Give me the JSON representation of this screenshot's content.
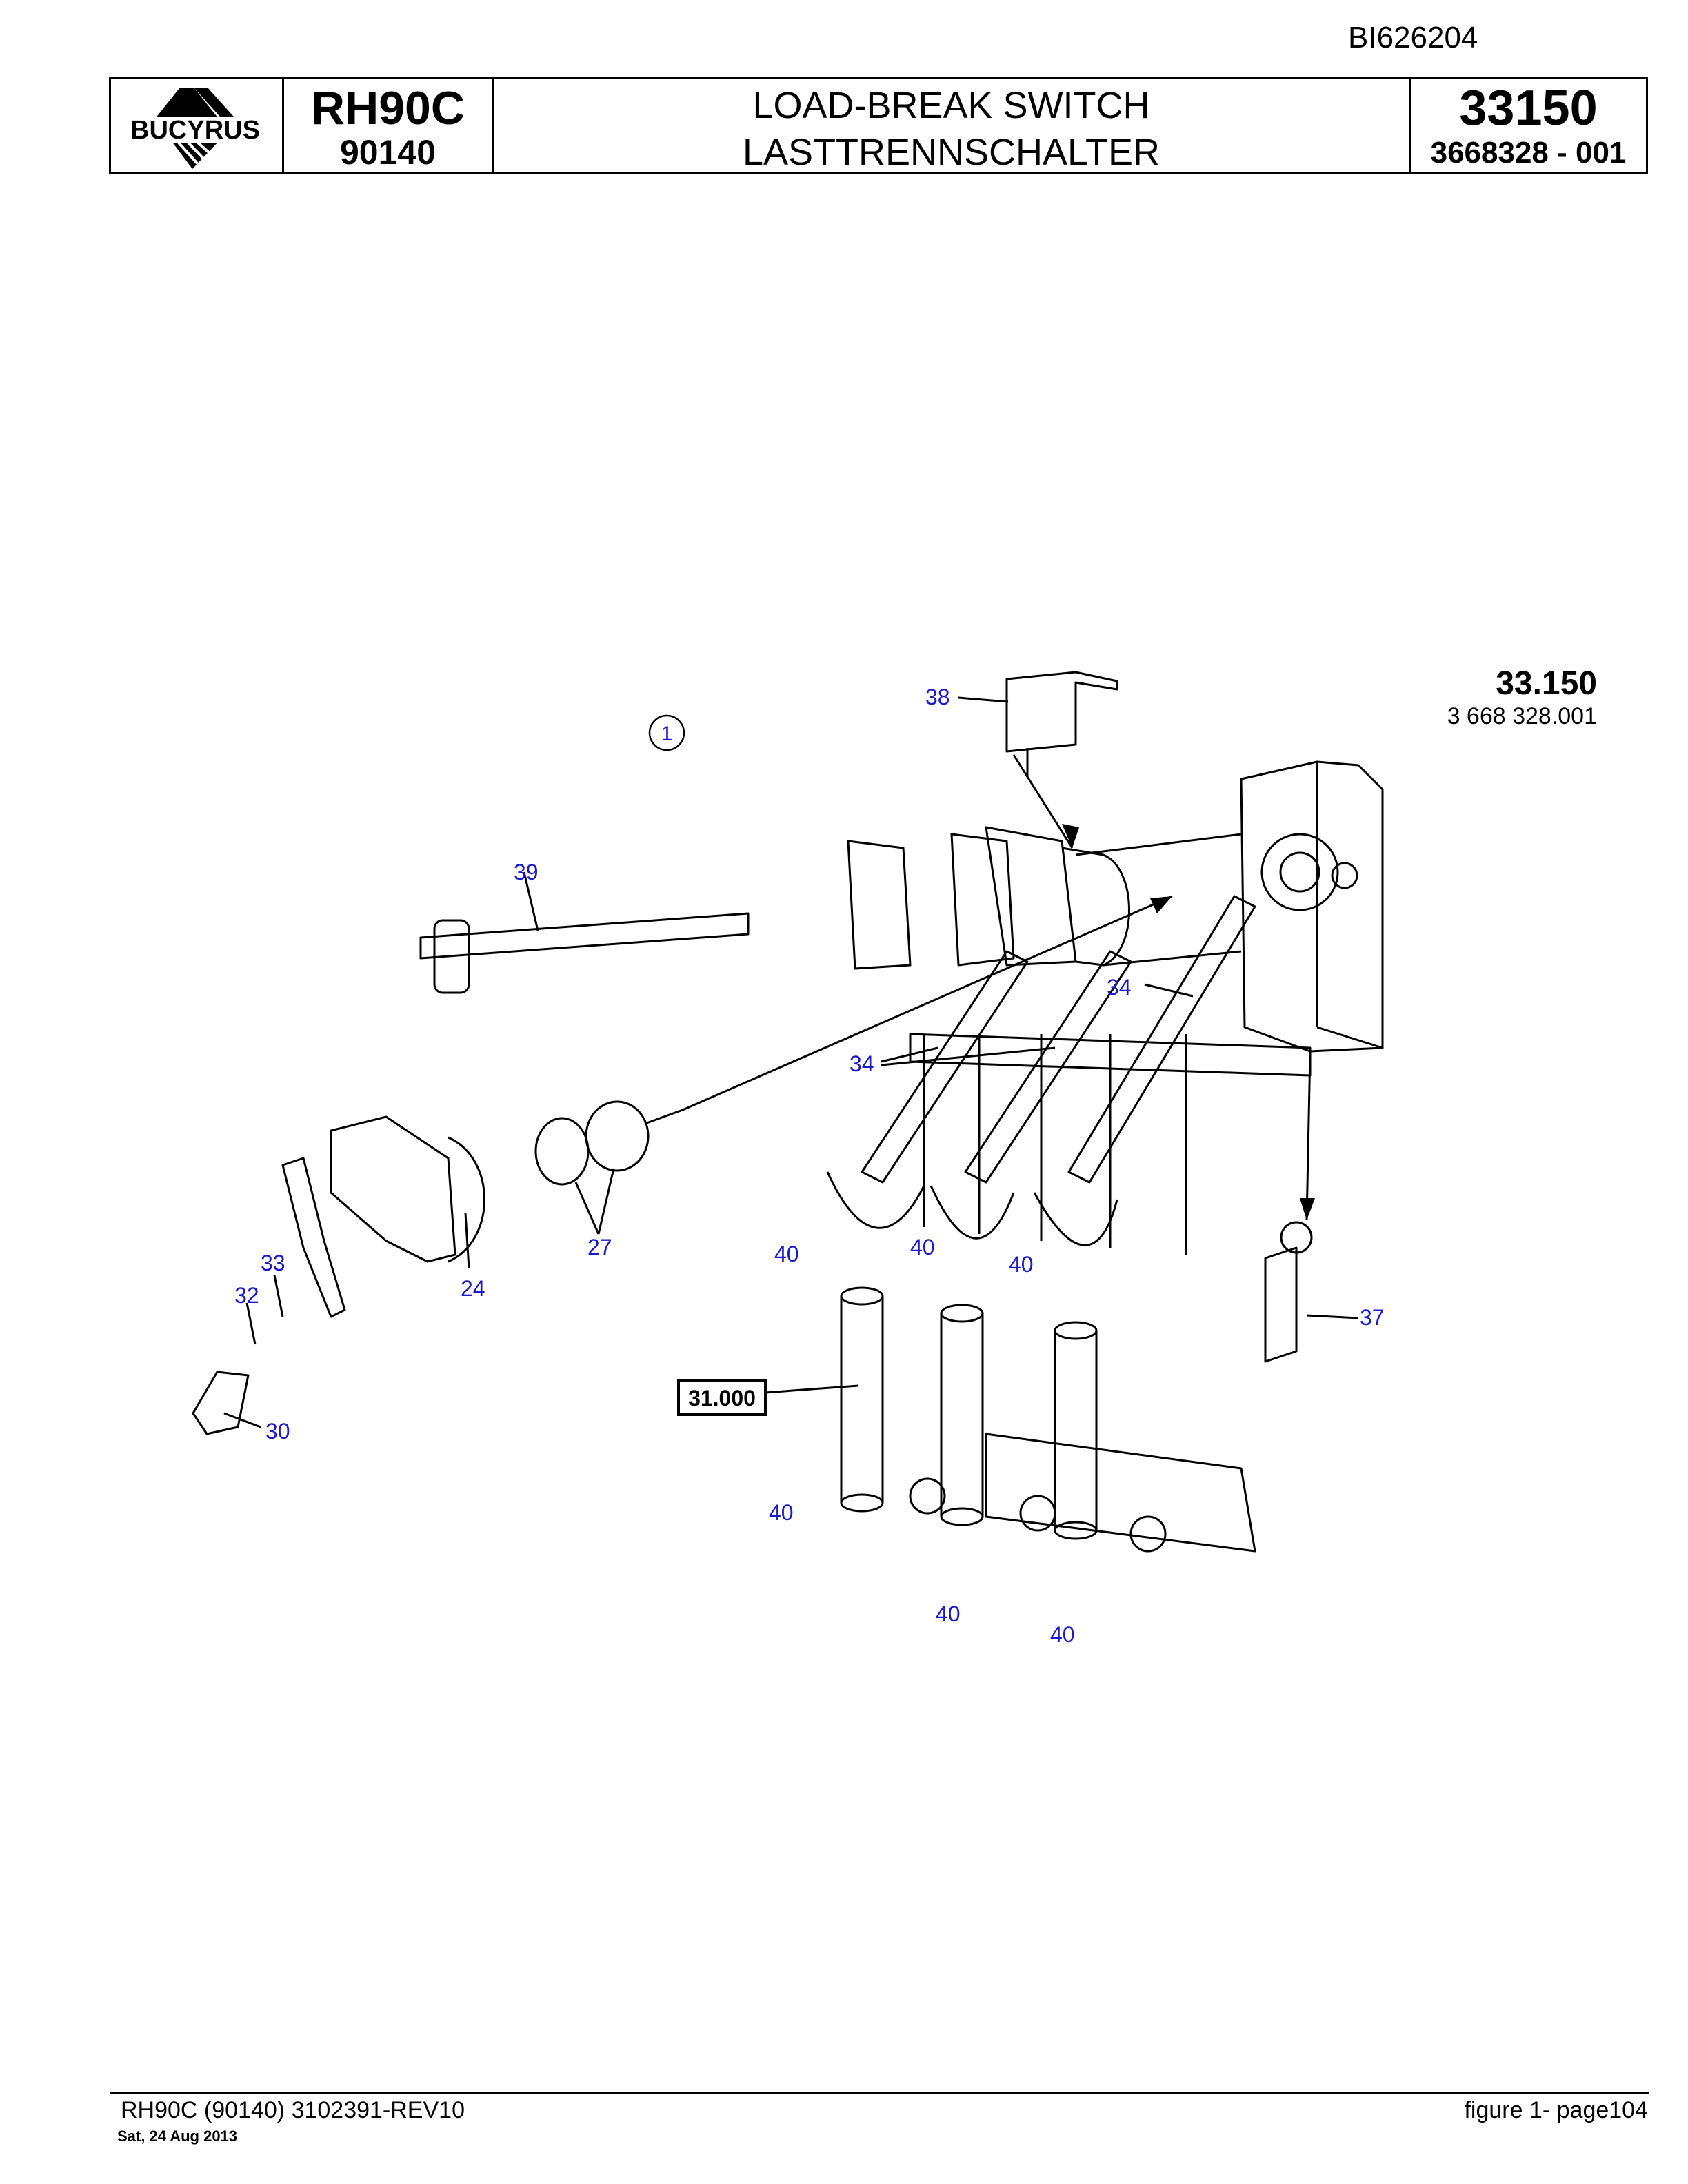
{
  "doc_id": "BI626204",
  "header": {
    "logo_text": "BUCYRUS",
    "model": "RH90C",
    "model_number": "90140",
    "title_en": "LOAD-BREAK SWITCH",
    "title_de": "LASTTRENNSCHALTER",
    "group_number": "33150",
    "part_number": "3668328  - 001"
  },
  "figure": {
    "sheet_marker": "1",
    "reference_number": "33.150",
    "reference_code": "3 668 328.001",
    "boxed_reference": "31.000",
    "callouts": [
      {
        "id": "c38",
        "label": "38"
      },
      {
        "id": "c39",
        "label": "39"
      },
      {
        "id": "c34a",
        "label": "34"
      },
      {
        "id": "c34b",
        "label": "34"
      },
      {
        "id": "c27",
        "label": "27"
      },
      {
        "id": "c24",
        "label": "24"
      },
      {
        "id": "c33",
        "label": "33"
      },
      {
        "id": "c32",
        "label": "32"
      },
      {
        "id": "c30",
        "label": "30"
      },
      {
        "id": "c40a",
        "label": "40"
      },
      {
        "id": "c40b",
        "label": "40"
      },
      {
        "id": "c40c",
        "label": "40"
      },
      {
        "id": "c40d",
        "label": "40"
      },
      {
        "id": "c40e",
        "label": "40"
      },
      {
        "id": "c40f",
        "label": "40"
      },
      {
        "id": "c37",
        "label": "37"
      }
    ]
  },
  "footer": {
    "left": "RH90C (90140) 3102391-REV10",
    "date": "Sat, 24 Aug 2013",
    "right": "figure  1- page104"
  }
}
